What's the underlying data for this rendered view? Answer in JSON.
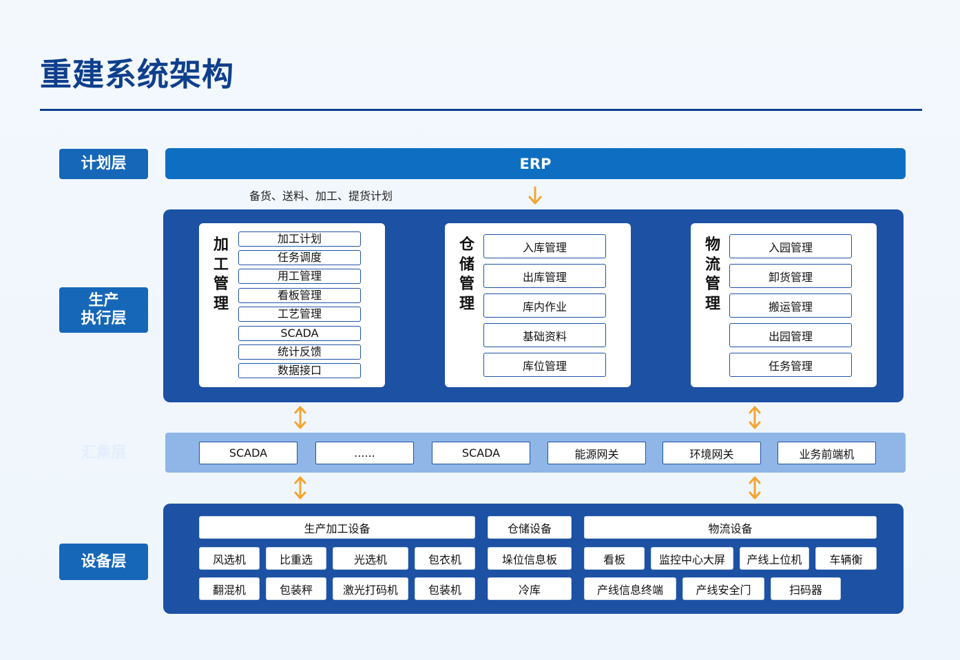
{
  "title": "重建系统架构",
  "layers": {
    "plan": "计划层",
    "production": "生产\n执行层",
    "gather": "汇集层",
    "device": "设备层"
  },
  "erp": "ERP",
  "plan_note": "备货、送料、加工、提货计划",
  "processing": {
    "title": [
      "加",
      "工",
      "管",
      "理"
    ],
    "items": [
      "加工计划",
      "任务调度",
      "用工管理",
      "看板管理",
      "工艺管理",
      "SCADA",
      "统计反馈",
      "数据接口"
    ]
  },
  "warehouse": {
    "title": [
      "仓",
      "储",
      "管",
      "理"
    ],
    "items": [
      "入库管理",
      "出库管理",
      "库内作业",
      "基础资料",
      "库位管理"
    ]
  },
  "logistics": {
    "title": [
      "物",
      "流",
      "管",
      "理"
    ],
    "items": [
      "入园管理",
      "卸货管理",
      "搬运管理",
      "出园管理",
      "任务管理"
    ]
  },
  "gather_items": [
    "SCADA",
    "......",
    "SCADA",
    "能源网关",
    "环境网关",
    "业务前端机"
  ],
  "devices": {
    "production_header": "生产加工设备",
    "production_row1": [
      "风选机",
      "比重选",
      "光选机",
      "包衣机"
    ],
    "production_row2": [
      "翻混机",
      "包装秤",
      "激光打码机",
      "包装机"
    ],
    "storage_header": "仓储设备",
    "storage_row1": [
      "垛位信息板"
    ],
    "storage_row2": [
      "冷库"
    ],
    "logistics_header": "物流设备",
    "logistics_row1": [
      "看板",
      "监控中心大屏",
      "产线上位机",
      "车辆衡"
    ],
    "logistics_row2": [
      "产线信息终端",
      "产线安全门",
      "扫码器"
    ]
  },
  "colors": {
    "title": "#0f3f8c",
    "panel": "#1c51a4",
    "erp": "#0e6fc2",
    "label": "#1667b8",
    "gather": "#8fb6e6",
    "arrow": "#f3a530"
  }
}
